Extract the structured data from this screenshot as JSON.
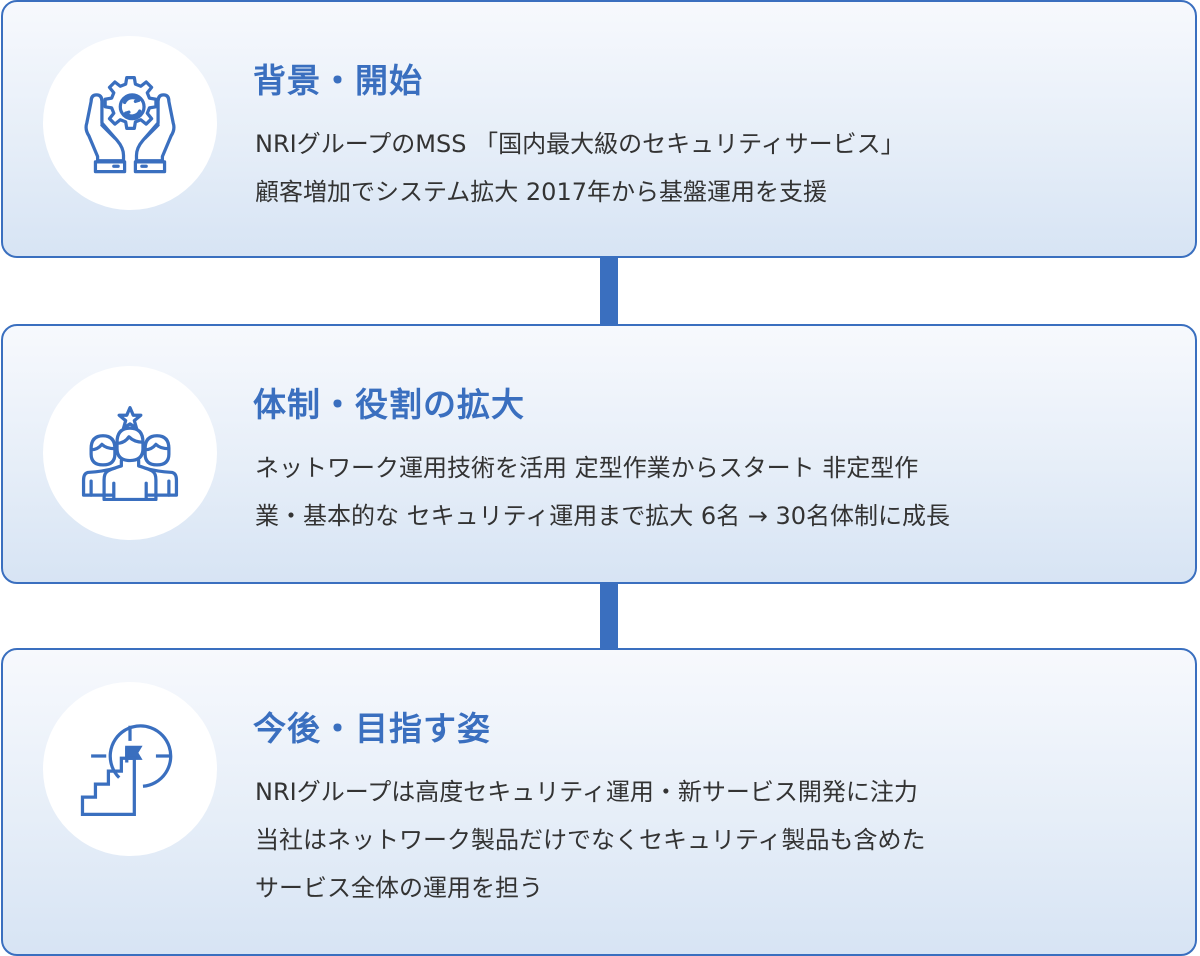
{
  "colors": {
    "accent": "#3a6fbf",
    "text": "#333333",
    "card_top": "#f7f9fd",
    "card_bottom": "#d7e4f4"
  },
  "steps": [
    {
      "icon": "hands-gear-icon",
      "title": "背景・開始",
      "lines": [
        "NRIグループのMSS 「国内最大級のセキュリティサービス」",
        " 顧客増加でシステム拡大 2017年から基盤運用を支援"
      ]
    },
    {
      "icon": "team-star-icon",
      "title": "体制・役割の拡大",
      "lines": [
        "ネットワーク運用技術を活用 定型作業からスタート 非定型作",
        "業・基本的な セキュリティ運用まで拡大 6名 → 30名体制に成長"
      ]
    },
    {
      "icon": "target-stairs-flag-icon",
      "title": "今後・目指す姿",
      "lines": [
        "NRIグループは高度セキュリティ運用・新サービス開発に注力",
        "当社はネットワーク製品だけでなくセキュリティ製品も含めた",
        "サービス全体の運用を担う"
      ]
    }
  ]
}
